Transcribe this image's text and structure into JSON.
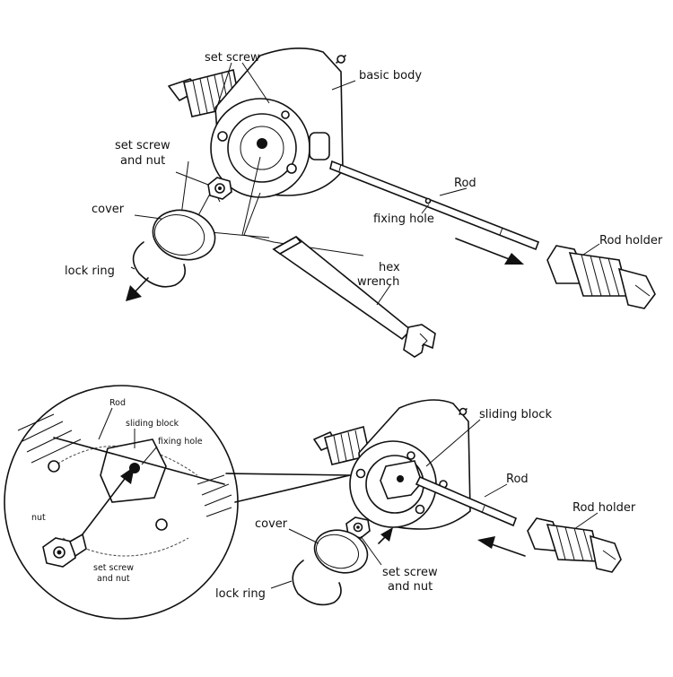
{
  "colors": {
    "ink": "#111111",
    "paper": "#ffffff"
  },
  "top": {
    "set_screw": "set screw",
    "basic_body": "basic body",
    "set_screw_and_nut_1": "set screw",
    "set_screw_and_nut_2": "and nut",
    "cover": "cover",
    "lock_ring": "lock ring",
    "rod": "Rod",
    "fixing_hole": "fixing hole",
    "rod_holder": "Rod holder",
    "hex_wrench_1": "hex",
    "hex_wrench_2": "wrench"
  },
  "detail": {
    "rod": "Rod",
    "sliding_block": "sliding block",
    "fixing_hole": "fixing hole",
    "nut": "nut",
    "set_screw_and_nut_1": "set screw",
    "set_screw_and_nut_2": "and nut"
  },
  "bottom": {
    "sliding_block": "sliding block",
    "rod": "Rod",
    "rod_holder": "Rod holder",
    "cover": "cover",
    "lock_ring": "lock ring",
    "set_screw_and_nut_1": "set screw",
    "set_screw_and_nut_2": "and nut"
  }
}
